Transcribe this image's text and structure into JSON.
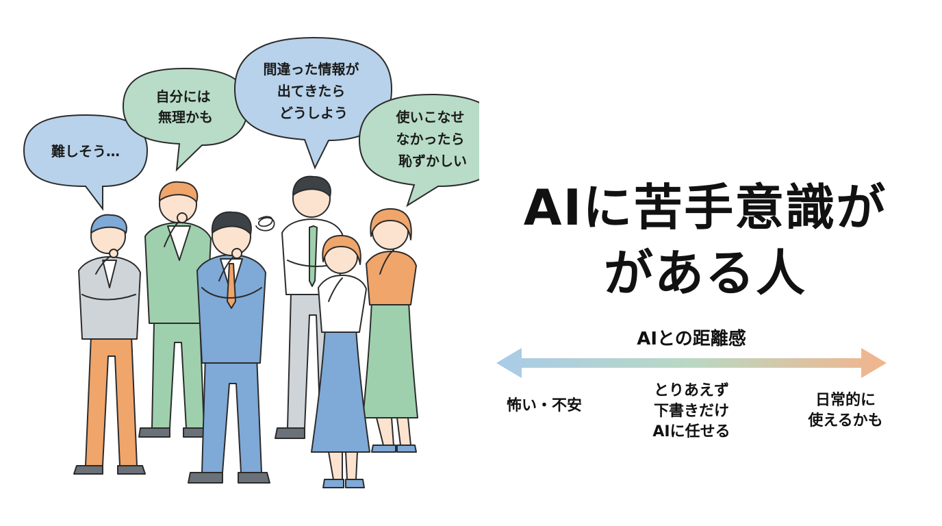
{
  "bubbles": [
    {
      "lines": [
        "難しそう…"
      ]
    },
    {
      "lines": [
        "自分には",
        "無理かも"
      ]
    },
    {
      "lines": [
        "間違った情報が",
        "出てきたら",
        "どうしよう"
      ]
    },
    {
      "lines": [
        "使いこなせ",
        "なかったら",
        "恥ずかしい"
      ]
    }
  ],
  "headline": {
    "line1": "AIに苦手意識が",
    "line2": "がある人"
  },
  "scale": {
    "title": "AIとの距離感",
    "left": [
      "怖い・不安"
    ],
    "middle": [
      "とりあえず",
      "下書きだけ",
      "AIに任せる"
    ],
    "right": [
      "日常的に",
      "使えるかも"
    ]
  },
  "colors": {
    "bubble_blue": "#b7d2ea",
    "bubble_green": "#b8dcc7",
    "arrow_start": "#a9cbe8",
    "arrow_mid": "#b9d8c4",
    "arrow_end": "#f2b48c",
    "orange": "#f0a56b",
    "green": "#9fd0ad",
    "blue": "#7fa9d6",
    "gray": "#cfd4d9",
    "skin": "#fbe3cf"
  },
  "icons": [
    "worry-scribble-icon",
    "double-headed-arrow-icon"
  ]
}
